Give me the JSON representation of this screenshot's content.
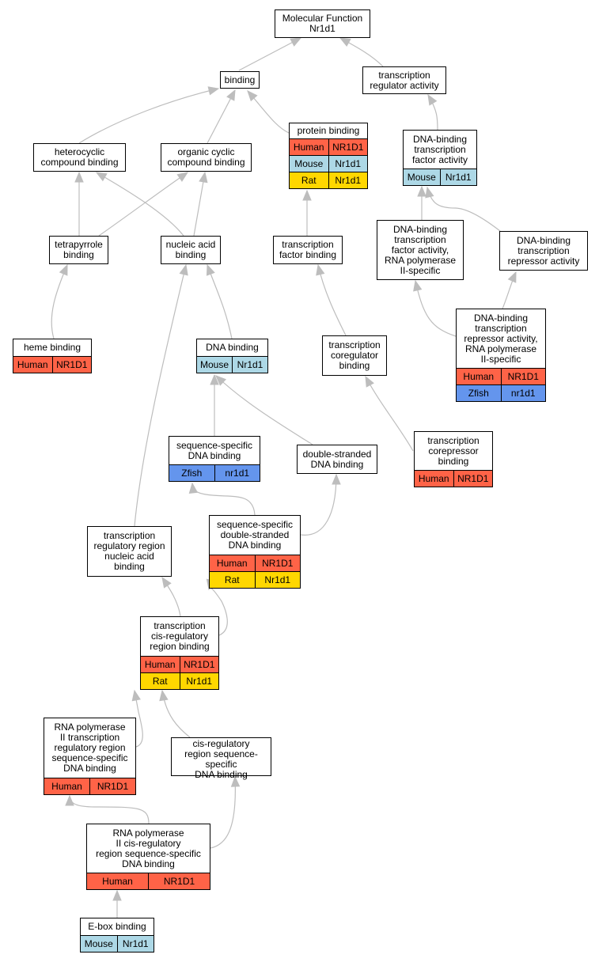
{
  "colors": {
    "Human": "#ff6347",
    "Mouse": "#add8e6",
    "Rat": "#ffd700",
    "Zfish": "#6495ed",
    "edge": "#bdbdbd"
  },
  "nodes": [
    {
      "id": "mf",
      "label": "Molecular Function\nNr1d1",
      "rows": []
    },
    {
      "id": "binding",
      "label": "binding",
      "rows": []
    },
    {
      "id": "tra",
      "label": "transcription\nregulator activity",
      "rows": []
    },
    {
      "id": "het",
      "label": "heterocyclic\ncompound binding",
      "rows": []
    },
    {
      "id": "orgcyc",
      "label": "organic cyclic\ncompound binding",
      "rows": []
    },
    {
      "id": "prot",
      "label": "protein binding",
      "rows": [
        {
          "species": "Human",
          "gene": "NR1D1"
        },
        {
          "species": "Mouse",
          "gene": "Nr1d1"
        },
        {
          "species": "Rat",
          "gene": "Nr1d1"
        }
      ]
    },
    {
      "id": "dbtfa",
      "label": "DNA-binding\ntranscription\nfactor activity",
      "rows": [
        {
          "species": "Mouse",
          "gene": "Nr1d1"
        }
      ]
    },
    {
      "id": "tetra",
      "label": "tetrapyrrole\nbinding",
      "rows": []
    },
    {
      "id": "nab",
      "label": "nucleic acid\nbinding",
      "rows": []
    },
    {
      "id": "tfb",
      "label": "transcription\nfactor binding",
      "rows": []
    },
    {
      "id": "dbtfa2",
      "label": "DNA-binding\ntranscription\nfactor activity,\nRNA polymerase\nII-specific",
      "rows": []
    },
    {
      "id": "dbtra",
      "label": "DNA-binding\ntranscription\nrepressor activity",
      "rows": []
    },
    {
      "id": "heme",
      "label": "heme binding",
      "rows": [
        {
          "species": "Human",
          "gene": "NR1D1"
        }
      ]
    },
    {
      "id": "dnab",
      "label": "DNA binding",
      "rows": [
        {
          "species": "Mouse",
          "gene": "Nr1d1"
        }
      ]
    },
    {
      "id": "tcb",
      "label": "transcription\ncoregulator\nbinding",
      "rows": []
    },
    {
      "id": "dbtra2",
      "label": "DNA-binding\ntranscription\nrepressor activity,\nRNA polymerase\nII-specific",
      "rows": [
        {
          "species": "Human",
          "gene": "NR1D1"
        },
        {
          "species": "Zfish",
          "gene": "nr1d1"
        }
      ]
    },
    {
      "id": "ssdb",
      "label": "sequence-specific\nDNA binding",
      "rows": [
        {
          "species": "Zfish",
          "gene": "nr1d1"
        }
      ]
    },
    {
      "id": "dsdb",
      "label": "double-stranded\nDNA binding",
      "rows": []
    },
    {
      "id": "tcorb",
      "label": "transcription\ncorepressor\nbinding",
      "rows": [
        {
          "species": "Human",
          "gene": "NR1D1"
        }
      ]
    },
    {
      "id": "trrnab",
      "label": "transcription\nregulatory region\nnucleic acid\nbinding",
      "rows": []
    },
    {
      "id": "ssdsdb",
      "label": "sequence-specific\ndouble-stranded\nDNA binding",
      "rows": [
        {
          "species": "Human",
          "gene": "NR1D1"
        },
        {
          "species": "Rat",
          "gene": "Nr1d1"
        }
      ]
    },
    {
      "id": "tcrrb",
      "label": "transcription\ncis-regulatory\nregion binding",
      "rows": [
        {
          "species": "Human",
          "gene": "NR1D1"
        },
        {
          "species": "Rat",
          "gene": "Nr1d1"
        }
      ]
    },
    {
      "id": "rnap2trr",
      "label": "RNA polymerase\nII transcription\nregulatory region\nsequence-specific\nDNA binding",
      "rows": [
        {
          "species": "Human",
          "gene": "NR1D1"
        }
      ]
    },
    {
      "id": "crrssdb",
      "label": "cis-regulatory\nregion sequence-specific\nDNA binding",
      "rows": []
    },
    {
      "id": "rnap2crr",
      "label": "RNA polymerase\nII cis-regulatory\nregion sequence-specific\nDNA binding",
      "rows": [
        {
          "species": "Human",
          "gene": "NR1D1"
        }
      ]
    },
    {
      "id": "ebox",
      "label": "E-box binding",
      "rows": [
        {
          "species": "Mouse",
          "gene": "Nr1d1"
        }
      ]
    }
  ]
}
